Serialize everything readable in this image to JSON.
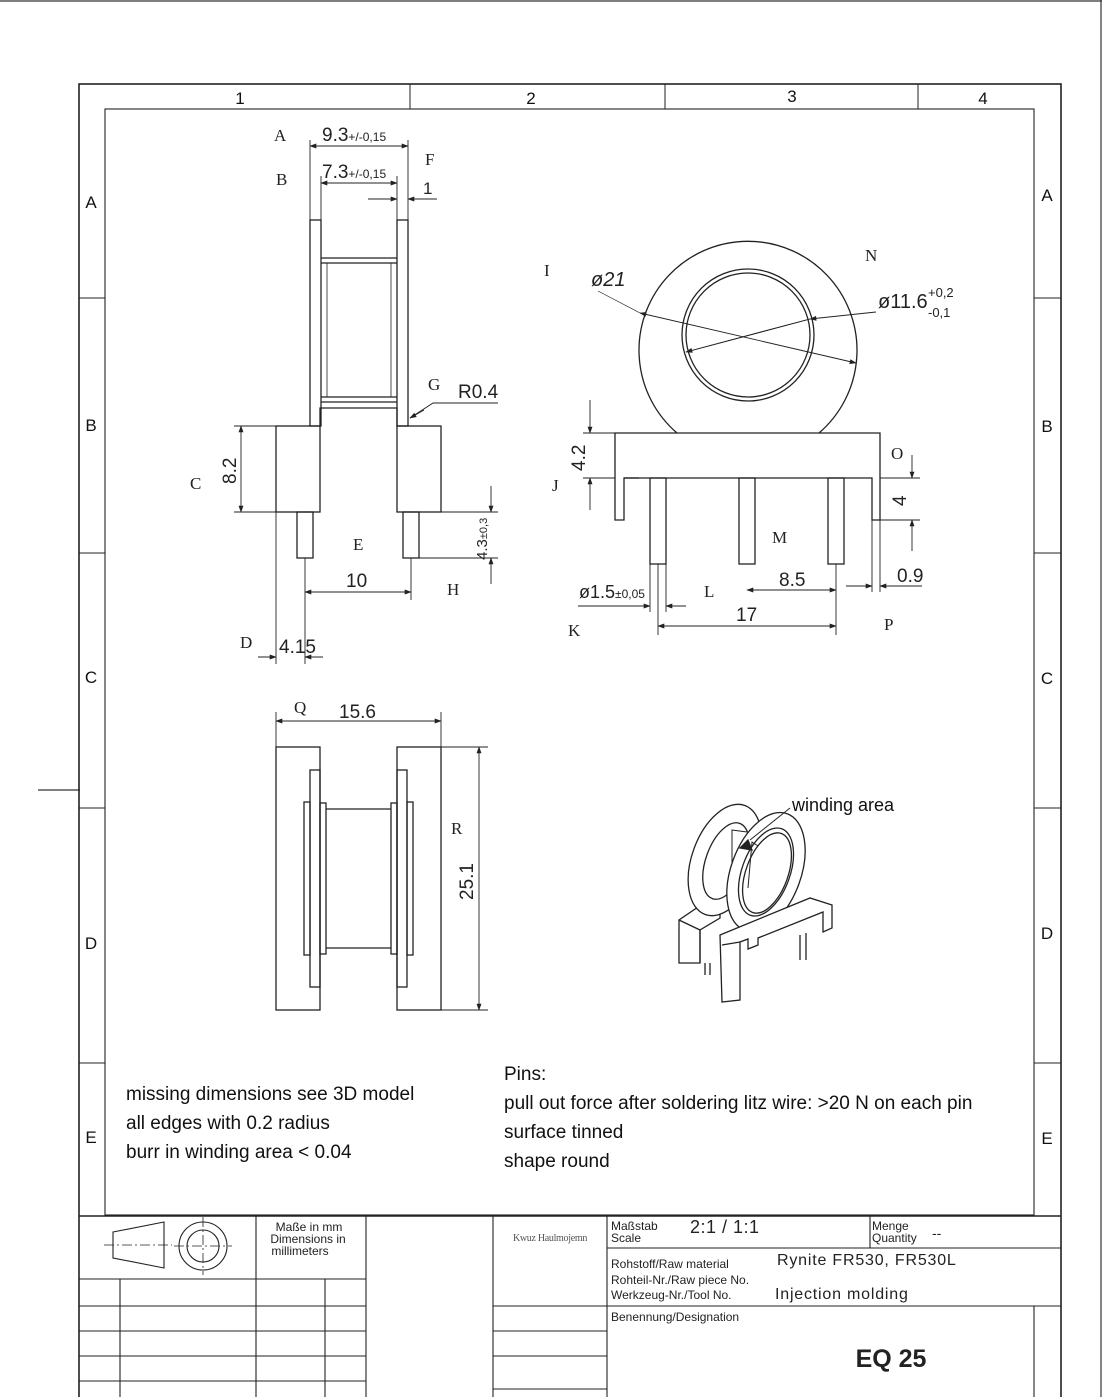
{
  "frame": {
    "columns": [
      "1",
      "2",
      "3",
      "4"
    ],
    "rows": [
      "A",
      "B",
      "C",
      "D",
      "E"
    ]
  },
  "side_view": {
    "letters": {
      "A": "A",
      "B": "B",
      "C": "C",
      "D": "D",
      "E": "E",
      "F": "F",
      "G": "G",
      "H": "H"
    },
    "dim_overall_width": "9.3",
    "dim_overall_width_tol": "+/-0,15",
    "dim_inner_width": "7.3",
    "dim_inner_width_tol": "+/-0,15",
    "dim_flange": "1",
    "dim_radius": "R0.4",
    "dim_base_height": "8.2",
    "dim_pin_length": "4.3",
    "dim_pin_length_tol": "±0,3",
    "dim_pin_spacing": "10",
    "dim_pin_offset": "4.15"
  },
  "front_view": {
    "letters": {
      "I": "I",
      "J": "J",
      "K": "K",
      "L": "L",
      "M": "M",
      "N": "N",
      "O": "O",
      "P": "P"
    },
    "dim_outer_dia": "ø21",
    "dim_inner_dia": "ø11.6",
    "dim_inner_dia_tol_plus": "+0,2",
    "dim_inner_dia_tol_minus": "-0,1",
    "dim_base_height": "4.2",
    "dim_foot_height": "4",
    "dim_pin_dia": "ø1.5",
    "dim_pin_dia_tol": "±0,05",
    "dim_pin_pitch": "8.5",
    "dim_pin_span": "17",
    "dim_edge": "0.9"
  },
  "top_view": {
    "letters": {
      "Q": "Q",
      "R": "R"
    },
    "dim_width": "15.6",
    "dim_height": "25.1"
  },
  "iso_view": {
    "label": "winding area"
  },
  "notes_left": [
    "missing dimensions see 3D model",
    "all edges with 0.2 radius",
    "burr in winding area < 0.04"
  ],
  "notes_right": [
    "Pins:",
    "pull out force after soldering litz wire: >20 N on each pin",
    "surface tinned",
    "shape round"
  ],
  "title_block": {
    "units_de": "Maße in mm",
    "units_en_1": "Dimensions in",
    "units_en_2": "millimeters",
    "company_stamp": "Kwuz Haulmojemn",
    "scale_label_de": "Maßstab",
    "scale_label_en": "Scale",
    "scale_value": "2:1 / 1:1",
    "quantity_label_de": "Menge",
    "quantity_label_en": "Quantity",
    "quantity_value": "--",
    "material_label": "Rohstoff/Raw material",
    "material_value": "Rynite FR530, FR530L",
    "raw_piece_label": "Rohteil-Nr./Raw piece No.",
    "tool_label": "Werkzeug-Nr./Tool No.",
    "tool_value": "Injection molding",
    "designation_label": "Benennung/Designation",
    "designation_value": "EQ 25"
  }
}
